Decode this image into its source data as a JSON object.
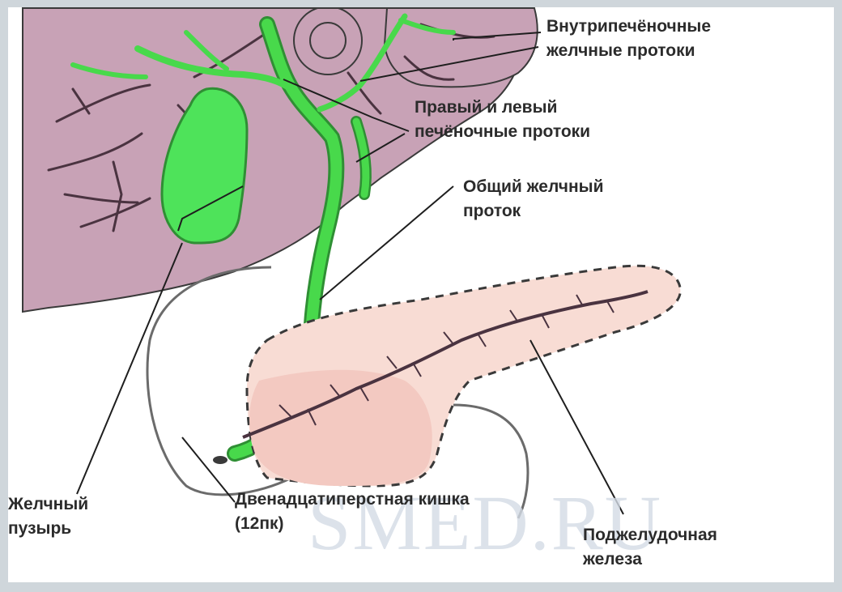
{
  "labels": {
    "intrahepatic": {
      "line1": "Внутрипечёночные",
      "line2": "желчные протоки"
    },
    "hepatic": {
      "line1": "Правый и левый",
      "line2": "печёночные протоки"
    },
    "common": {
      "line1": "Общий желчный",
      "line2": "проток"
    },
    "gallbladder": {
      "line1": "Желчный",
      "line2": "пузырь"
    },
    "duodenum": {
      "line1": "Двенадцатиперстная кишка",
      "line2": "(12пк)"
    },
    "pancreas": {
      "line1": "Поджелудочная",
      "line2": "железа"
    }
  },
  "watermark": "SMED.RU",
  "colors": {
    "liver": "#c8a2b6",
    "duct": "#48d94b",
    "gallbladder": "#4ee35a",
    "pancreas": "#f8dcd4",
    "pancreas_head": "#f3c9c1",
    "outline": "#3a3a3a",
    "frame": "#cfd6db"
  }
}
